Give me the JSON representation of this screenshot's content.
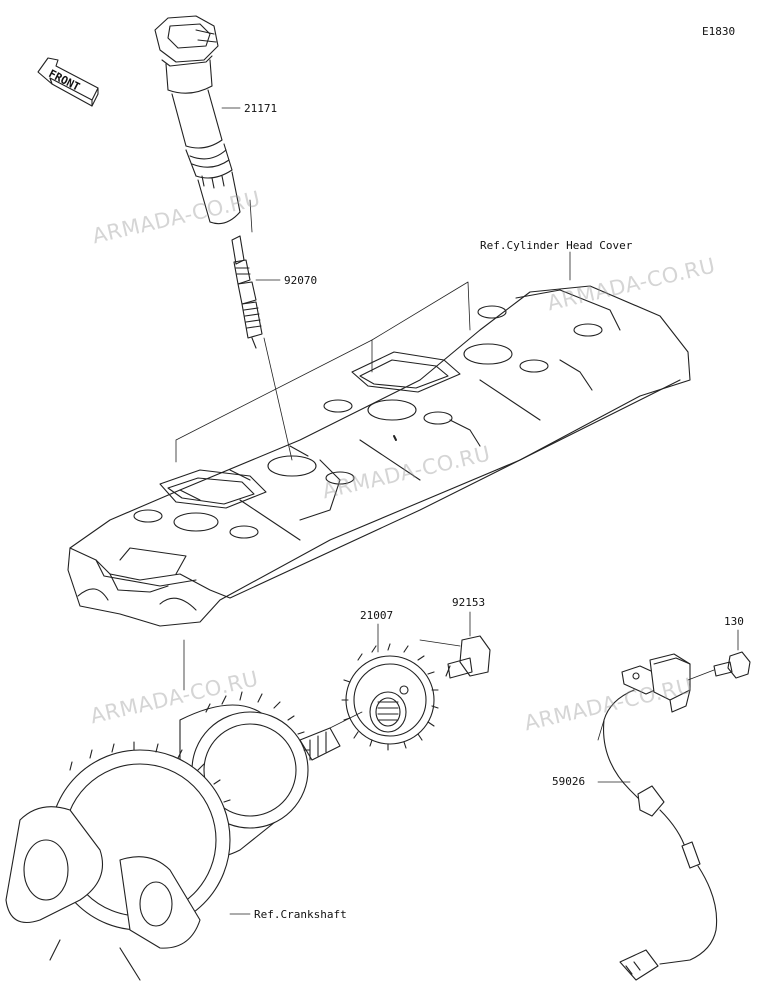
{
  "diagram_code": "E1830",
  "front_label": "FRONT",
  "labels": {
    "ignition_coil": "21171",
    "spark_plug": "92070",
    "cylinder_head_cover": "Ref.Cylinder Head Cover",
    "rotor": "21007",
    "bolt_rotor": "92153",
    "bolt_sensor": "130",
    "crank_sensor": "59026",
    "crankshaft": "Ref.Crankshaft"
  },
  "watermark": "ARMADA-CO.RU"
}
